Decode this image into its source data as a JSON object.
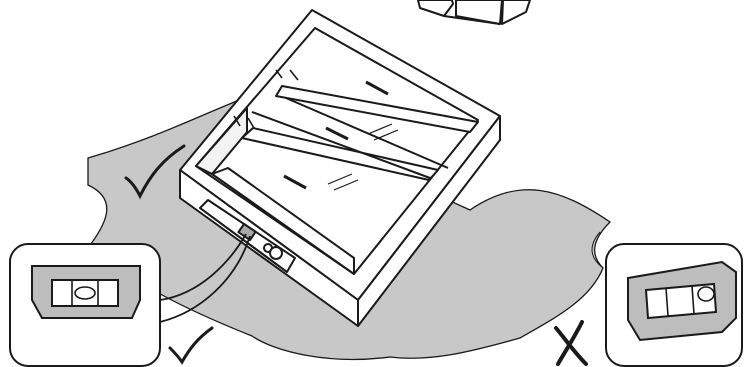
{
  "illustration": {
    "subject": "",
    "colors": {
      "sheet": "#c8c8c8",
      "line": "#1a1a1a",
      "panel": "#ffffff",
      "bubble": "#a8a8a8"
    },
    "marks": {
      "correct": "check-icon",
      "incorrect": "cross-icon"
    },
    "level_states": {
      "level_insets": [
        {
          "status": "correct",
          "bubble_position": "centered"
        },
        {
          "status": "incorrect",
          "bubble_position": "off-center-right"
        }
      ]
    }
  }
}
